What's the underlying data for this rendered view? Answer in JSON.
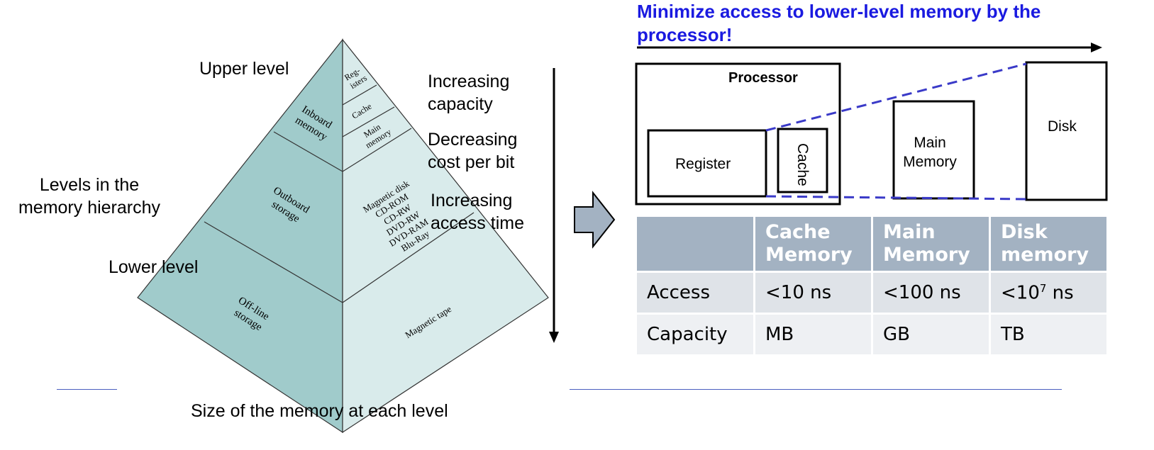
{
  "pyramid": {
    "upper_level": "Upper level",
    "lower_level": "Lower level",
    "levels_caption": [
      "Levels in the",
      "memory hierarchy"
    ],
    "size_caption": "Size of the memory at each level",
    "left_face": {
      "inboard": [
        "Inboard",
        "memory"
      ],
      "outboard": [
        "Outboard",
        "storage"
      ],
      "offline": [
        "Off-line",
        "storage"
      ]
    },
    "right_face": {
      "registers": [
        "Reg-",
        "isters"
      ],
      "cache": "Cache",
      "main_memory": [
        "Main",
        "memory"
      ],
      "outboard_items": [
        "Magnetic disk",
        "CD-ROM",
        "CD-RW",
        "DVD-RW",
        "DVD-RAM",
        "Blu-Ray"
      ],
      "offline_item": "Magnetic tape"
    },
    "trends": [
      [
        "Increasing",
        "capacity"
      ],
      [
        "Decreasing",
        "cost per bit"
      ],
      [
        "Increasing",
        "access time"
      ]
    ],
    "colors": {
      "left_face": "#a0cbcb",
      "right_face": "#d9ebeb"
    }
  },
  "right": {
    "title": [
      "Minimize access to lower-level memory by the",
      "processor!"
    ],
    "processor": "Processor",
    "register": "Register",
    "cache": "Cache",
    "main_memory": [
      "Main",
      "Memory"
    ],
    "disk": "Disk"
  },
  "table": {
    "headers": [
      [
        "",
        ""
      ],
      [
        "Cache",
        "Memory"
      ],
      [
        "Main",
        "Memory"
      ],
      [
        "Disk",
        "memory"
      ]
    ],
    "rows": [
      {
        "label": "Access",
        "cache": "<10 ns",
        "main": "<100 ns",
        "disk_base": "<10",
        "disk_exp": "7",
        "disk_unit": " ns"
      },
      {
        "label": "Capacity",
        "cache": "MB",
        "main": "GB",
        "disk": "TB"
      }
    ]
  }
}
